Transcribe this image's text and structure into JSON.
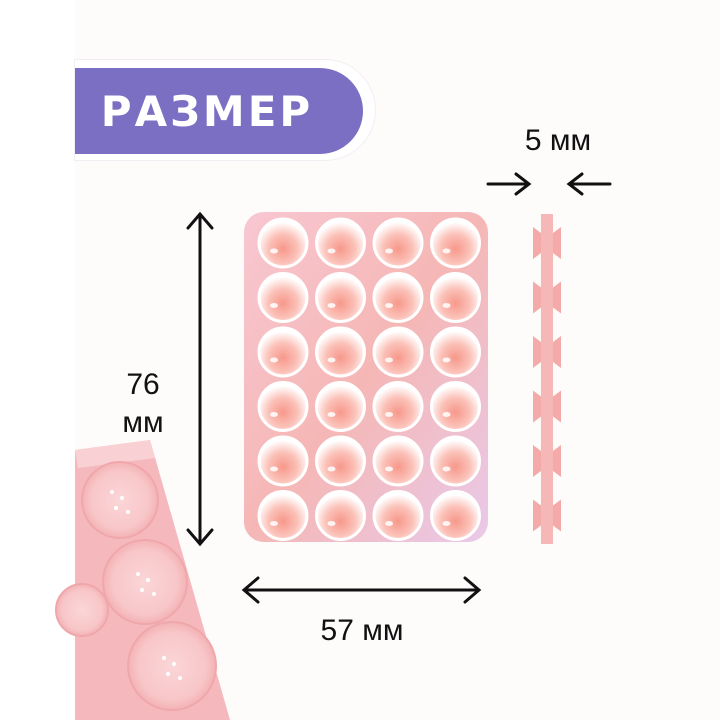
{
  "banner": {
    "title": "РАЗМЕР"
  },
  "dimensions": {
    "height": {
      "value": "76",
      "unit": "мм"
    },
    "width": "57 мм",
    "thickness": "5 мм"
  },
  "colors": {
    "banner": "#7a6fc2",
    "product_pink": "#f6c2c6",
    "cup_center": "#f59a8e",
    "arrow": "#111111"
  },
  "product": {
    "rows": 6,
    "columns": 4
  }
}
